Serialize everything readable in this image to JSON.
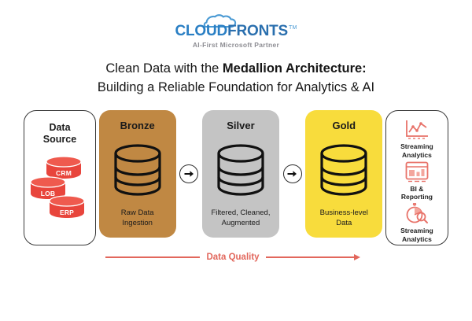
{
  "brand": {
    "name_part1": "CLOUD",
    "name_part2": "FRONTS",
    "trademark": "TM",
    "tagline": "AI-First Microsoft Partner",
    "cloud_icon": "cloud-icon",
    "color_primary": "#2a7fc4",
    "color_secondary": "#2a6fae",
    "tagline_color": "#8d8d93"
  },
  "title": {
    "line1_prefix": "Clean Data with the ",
    "line1_strong": "Medallion Architecture:",
    "line2": "Building a Reliable Foundation for Analytics & AI"
  },
  "diagram": {
    "source_panel": {
      "title": "Data\nSource",
      "title_line1": "Data",
      "title_line2": "Source",
      "cylinder_color": "#e8453c",
      "cylinders": [
        {
          "label": "CRM",
          "icon": "database-cylinder-icon"
        },
        {
          "label": "LOB",
          "icon": "database-cylinder-icon"
        },
        {
          "label": "ERP",
          "icon": "database-cylinder-icon"
        }
      ]
    },
    "stages": [
      {
        "name": "Bronze",
        "caption_line1": "Raw Data",
        "caption_line2": "Ingestion",
        "color": "#c08843",
        "icon": "database-cylinder-icon"
      },
      {
        "name": "Silver",
        "caption_line1": "Filtered, Cleaned,",
        "caption_line2": "Augmented",
        "color": "#c4c4c4",
        "icon": "database-cylinder-icon"
      },
      {
        "name": "Gold",
        "caption_line1": "Business-level",
        "caption_line2": "Data",
        "color": "#f8dc3c",
        "icon": "database-cylinder-icon"
      }
    ],
    "connector_icon": "arrow-right-icon",
    "outputs_panel": {
      "accent_color": "#e8736a",
      "items": [
        {
          "label_line1": "Streaming",
          "label_line2": "Analytics",
          "icon": "line-chart-icon"
        },
        {
          "label_line1": "BI &",
          "label_line2": "Reporting",
          "icon": "dashboard-report-icon"
        },
        {
          "label_line1": "Streaming",
          "label_line2": "Analytics",
          "icon": "pie-chart-search-icon"
        }
      ]
    },
    "quality_indicator": {
      "label": "Data Quality",
      "color": "#e2675c",
      "direction_icon": "arrow-right-icon"
    }
  }
}
